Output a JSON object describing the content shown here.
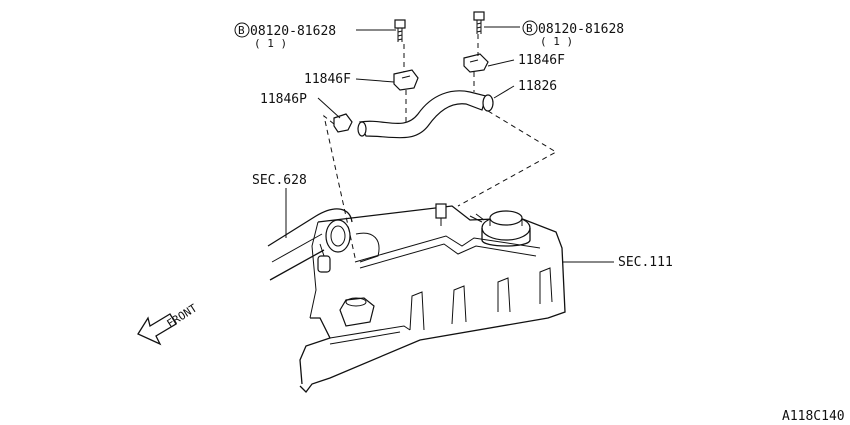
{
  "callouts": {
    "bolt_left_part_no": "08120-81628",
    "bolt_left_qty": "( 1 )",
    "bolt_right_part_no": "08120-81628",
    "bolt_right_qty": "( 1 )",
    "bolt_symbol": "B",
    "clamp_upper_right": "11846F",
    "clamp_left": "11846F",
    "clip_left": "11846P",
    "hose": "11826",
    "sec_intake": "SEC.628",
    "sec_rocker_cover": "SEC.111",
    "front_arrow": "FRONT"
  },
  "figure_id": "A118C140"
}
